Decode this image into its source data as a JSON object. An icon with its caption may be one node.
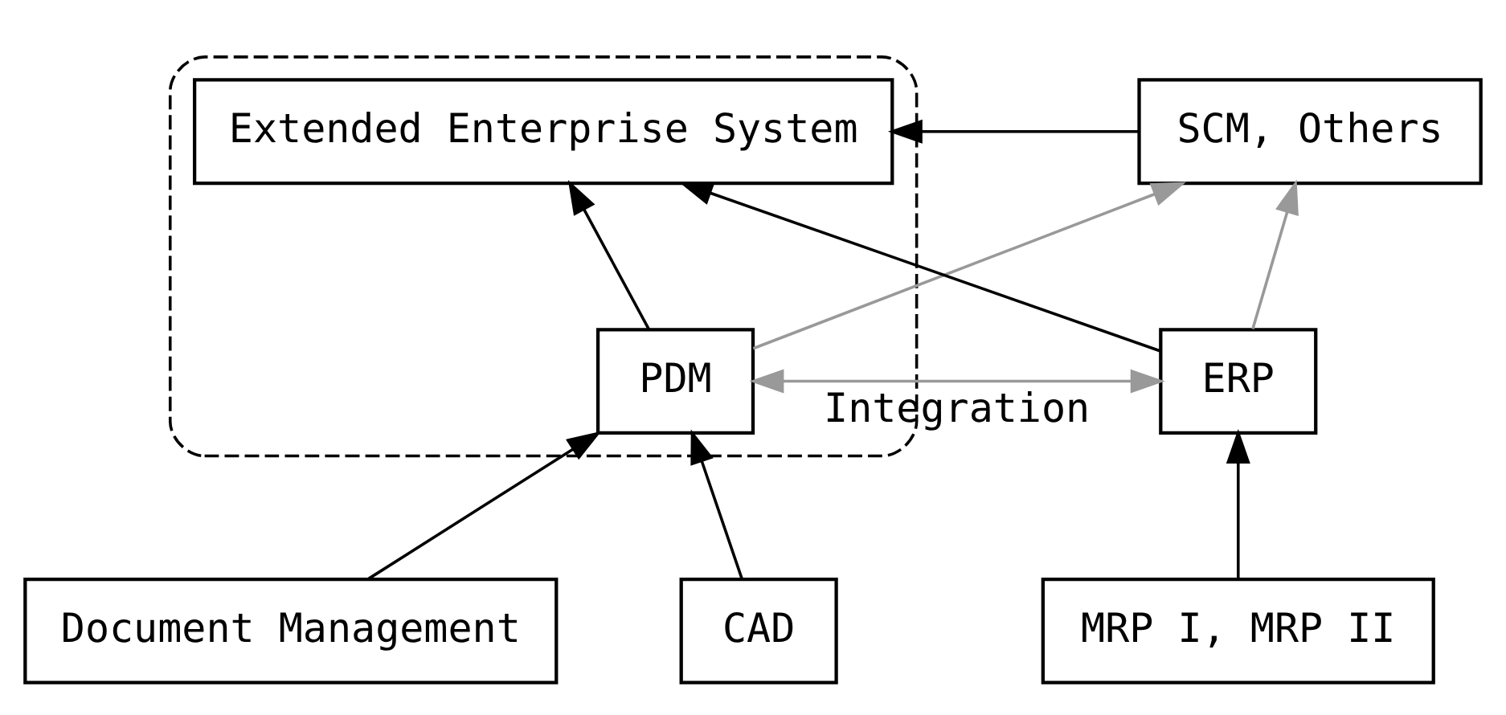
{
  "diagram": {
    "nodes": [
      {
        "text": [],
        "shape": "cloud"
      },
      {
        "text": [
          "Extended Enterprise System"
        ],
        "in": 0
      },
      {
        "text": [
          "SCM, Others"
        ]
      },
      {
        "text": [
          "PDM"
        ],
        "in": 0
      },
      {
        "text": [
          "ERP"
        ]
      },
      {
        "text": [
          "CAD"
        ]
      },
      {
        "text": [
          "Document Management"
        ]
      },
      {
        "text": [
          "MRP I, MRP II"
        ]
      }
    ],
    "edges": [
      {
        "from": 3,
        "to": 1,
        "arrow": "to"
      },
      {
        "from": 2,
        "to": 1,
        "arrow": "to"
      },
      {
        "from": 4,
        "to": 1,
        "arrow": "to"
      },
      {
        "from": 3,
        "to": 2,
        "arrow": "to",
        "color": "#999999"
      },
      {
        "from": 4,
        "to": 2,
        "arrow": "to",
        "color": "#999999"
      },
      {
        "from": 3,
        "to": 4,
        "arrow": "both",
        "label": "Integration",
        "color": "#999999"
      },
      {
        "from": 5,
        "to": 3,
        "arrow": "to"
      },
      {
        "from": 6,
        "to": 3,
        "arrow": "to"
      },
      {
        "from": 7,
        "to": 4,
        "arrow": "to"
      }
    ]
  }
}
